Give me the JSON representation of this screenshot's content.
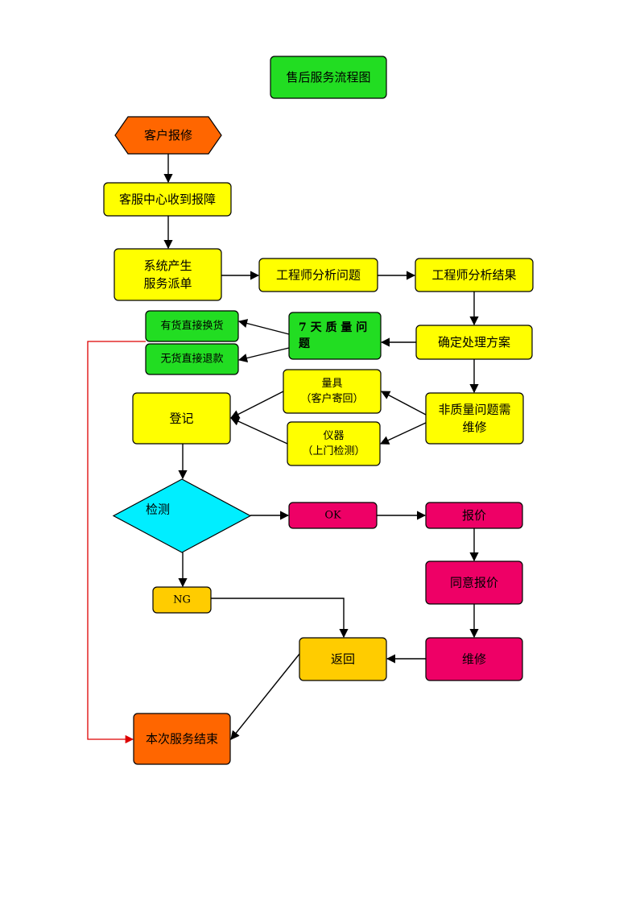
{
  "title": "售后服务流程图",
  "nodes": {
    "title_box": {
      "lines": [
        "售后服务流程图"
      ],
      "color": "#22dd22"
    },
    "customer_report": {
      "lines": [
        "客户报修"
      ],
      "color": "#ff6600"
    },
    "service_receive": {
      "lines": [
        "客服中心收到报障"
      ],
      "color": "#ffff00"
    },
    "system_dispatch": {
      "lines": [
        "系统产生",
        "服务派单"
      ],
      "color": "#ffff00"
    },
    "engineer_analysis": {
      "lines": [
        "工程师分析问题"
      ],
      "color": "#ffff00"
    },
    "engineer_result": {
      "lines": [
        "工程师分析结果"
      ],
      "color": "#ffff00"
    },
    "determine_plan": {
      "lines": [
        "确定处理方案"
      ],
      "color": "#ffff00"
    },
    "seven_day_quality": {
      "lines": [
        "7 天 质 量 问",
        "题"
      ],
      "color": "#22dd22"
    },
    "in_stock_exchange": {
      "lines": [
        "有货直接换货"
      ],
      "color": "#22dd22"
    },
    "no_stock_refund": {
      "lines": [
        "无货直接退款"
      ],
      "color": "#22dd22"
    },
    "measuring_tool": {
      "lines": [
        "量具",
        "（客户寄回）"
      ],
      "color": "#ffff00"
    },
    "instrument": {
      "lines": [
        "仪器",
        "（上门检测）"
      ],
      "color": "#ffff00"
    },
    "non_quality_repair": {
      "lines": [
        "非质量问题需",
        "维修"
      ],
      "color": "#ffff00"
    },
    "register": {
      "lines": [
        "登记"
      ],
      "color": "#ffff00"
    },
    "inspect": {
      "lines": [
        "检测"
      ],
      "color": "#00eeff"
    },
    "ok": {
      "lines": [
        "OK"
      ],
      "color": "#ee0066"
    },
    "quote": {
      "lines": [
        "报价"
      ],
      "color": "#ee0066"
    },
    "agree_quote": {
      "lines": [
        "同意报价"
      ],
      "color": "#ee0066"
    },
    "repair": {
      "lines": [
        "维修"
      ],
      "color": "#ee0066"
    },
    "ng": {
      "lines": [
        "NG"
      ],
      "color": "#ffcc00"
    },
    "return": {
      "lines": [
        "返回"
      ],
      "color": "#ffcc00"
    },
    "service_end": {
      "lines": [
        "本次服务结束"
      ],
      "color": "#ff6600"
    }
  },
  "edges": [
    {
      "from": "customer_report",
      "to": "service_receive"
    },
    {
      "from": "service_receive",
      "to": "system_dispatch"
    },
    {
      "from": "system_dispatch",
      "to": "engineer_analysis"
    },
    {
      "from": "engineer_analysis",
      "to": "engineer_result"
    },
    {
      "from": "engineer_result",
      "to": "determine_plan"
    },
    {
      "from": "determine_plan",
      "to": "seven_day_quality"
    },
    {
      "from": "seven_day_quality",
      "to": "in_stock_exchange"
    },
    {
      "from": "seven_day_quality",
      "to": "no_stock_refund"
    },
    {
      "from": "determine_plan",
      "to": "non_quality_repair"
    },
    {
      "from": "non_quality_repair",
      "to": "measuring_tool"
    },
    {
      "from": "non_quality_repair",
      "to": "instrument"
    },
    {
      "from": "measuring_tool",
      "to": "register"
    },
    {
      "from": "instrument",
      "to": "register"
    },
    {
      "from": "register",
      "to": "inspect"
    },
    {
      "from": "inspect",
      "to": "ok"
    },
    {
      "from": "ok",
      "to": "quote"
    },
    {
      "from": "quote",
      "to": "agree_quote"
    },
    {
      "from": "agree_quote",
      "to": "repair"
    },
    {
      "from": "repair",
      "to": "return"
    },
    {
      "from": "inspect",
      "to": "ng"
    },
    {
      "from": "ng",
      "to": "return"
    },
    {
      "from": "return",
      "to": "service_end"
    },
    {
      "from": "in_stock_exchange",
      "to": "service_end",
      "color": "#dd0000"
    }
  ]
}
